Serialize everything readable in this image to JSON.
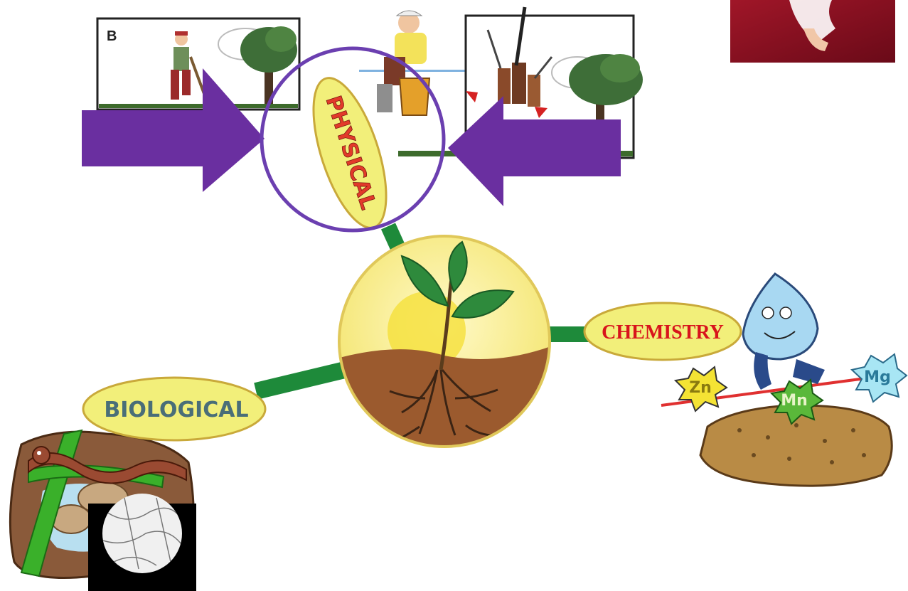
{
  "panel_label": "B",
  "labels": {
    "physical": "PHYSICAL",
    "chemistry": "CHEMISTRY",
    "biological": "BIOLOGICAL"
  },
  "minerals": {
    "zinc": "Zn",
    "manganese": "Mn",
    "magnesium": "Mg"
  },
  "colors": {
    "branch_green": "#1e8a3a",
    "arrow_purple": "#6a2fa0",
    "highlight_circle": "#6b3fb0",
    "label_fill": "#f2ef7a",
    "chemistry_text": "#d8141c",
    "biological_text": "#4a6e78",
    "physical_text": "#e23a2a",
    "soil": "#9b5a2e",
    "sun": "#f7ee86"
  }
}
